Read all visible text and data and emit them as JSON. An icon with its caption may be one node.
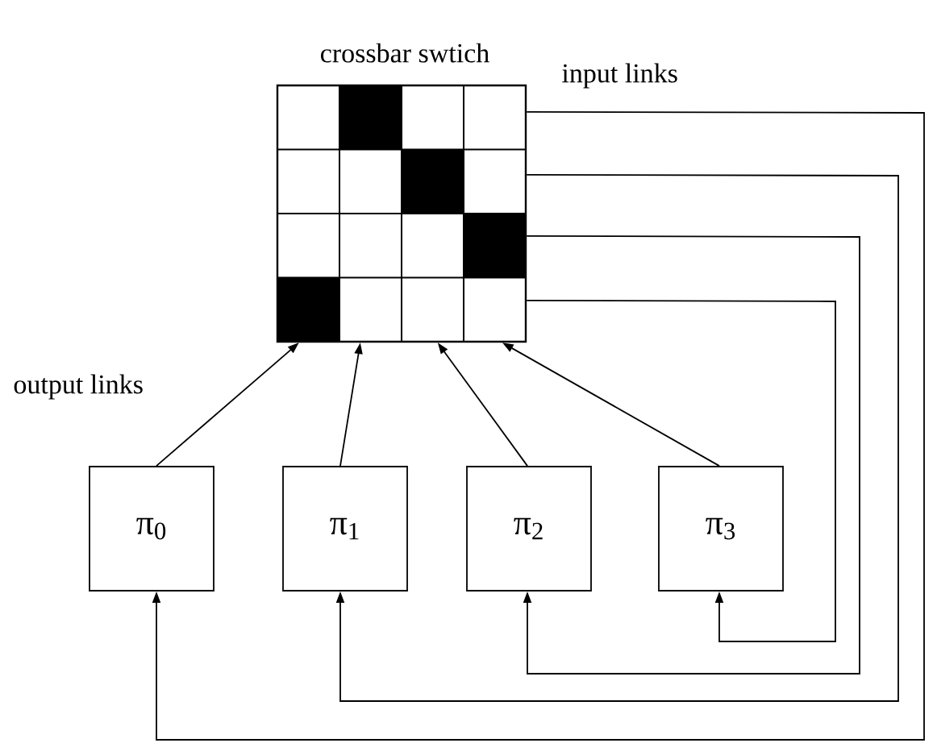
{
  "diagram": {
    "nodes": [
      {
        "text": [
          "crossbar swtich"
        ]
      },
      {
        "text": [
          "π$_{0}$"
        ]
      },
      {
        "text": [
          "π$_{1}$"
        ]
      },
      {
        "text": [
          "π$_{2}$"
        ]
      },
      {
        "text": [
          "π$_{3}$"
        ]
      }
    ],
    "edges": [
      {
        "from": 1,
        "to": 0,
        "arrow": "to"
      },
      {
        "from": 2,
        "to": 0,
        "arrow": "to"
      },
      {
        "from": 3,
        "to": 0,
        "arrow": "to"
      },
      {
        "from": 4,
        "to": 0,
        "arrow": "to"
      },
      {
        "from": 0,
        "to": 1,
        "arrow": "to"
      },
      {
        "from": 0,
        "to": 2,
        "arrow": "to"
      },
      {
        "from": 0,
        "to": 3,
        "arrow": "to"
      },
      {
        "from": 0,
        "to": 4,
        "arrow": "to"
      }
    ],
    "labels": [
      "input links",
      "output links"
    ]
  }
}
